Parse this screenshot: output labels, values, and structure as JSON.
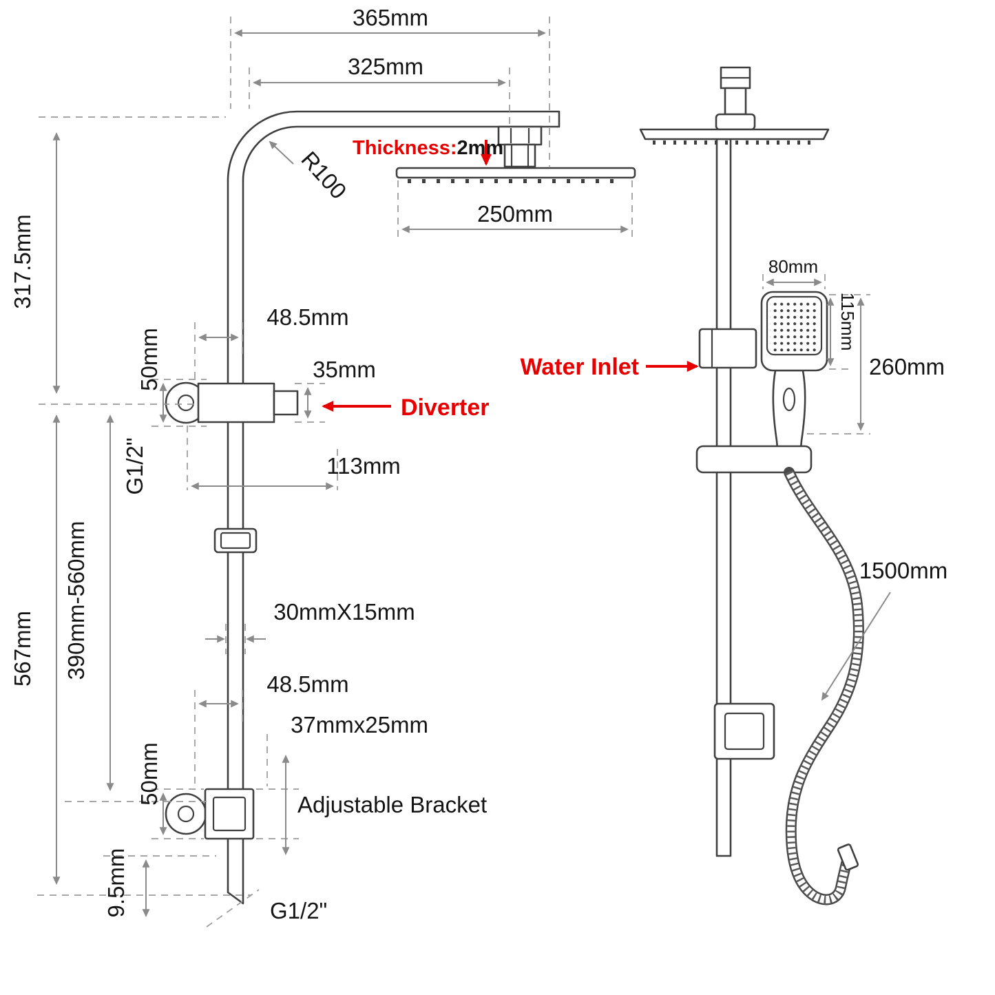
{
  "colors": {
    "outline": "#3f3f3f",
    "dimension": "#8a8a8a",
    "accent_red": "#e60000",
    "text": "#141414"
  },
  "left_view": {
    "dim_top_width": "365mm",
    "dim_arm_width": "325mm",
    "radius": "R100",
    "thickness_label": "Thickness:",
    "thickness_value": "2mm",
    "dim_head_width": "250mm",
    "dim_upper_height": "317.5mm",
    "dim_diverter_spacing_top": "50mm",
    "dim_offset_top": "48.5mm",
    "dim_diverter_height": "35mm",
    "diverter_label": "Diverter",
    "thread_size_top": "G1/2\"",
    "dim_diverter_reach": "113mm",
    "dim_lower_height": "567mm",
    "dim_adjustable_range": "390mm-560mm",
    "dim_rail_section": "30mmX15mm",
    "dim_offset_bottom": "48.5mm",
    "dim_bracket_size": "37mmx25mm",
    "dim_bracket_spacing": "50mm",
    "bracket_label": "Adjustable Bracket",
    "dim_bottom_offset": "9.5mm",
    "thread_size_bottom": "G1/2\""
  },
  "right_view": {
    "dim_handset_width": "80mm",
    "dim_handset_face_height": "115mm",
    "dim_handset_length": "260mm",
    "water_inlet_label": "Water Inlet",
    "dim_hose_length": "1500mm"
  }
}
